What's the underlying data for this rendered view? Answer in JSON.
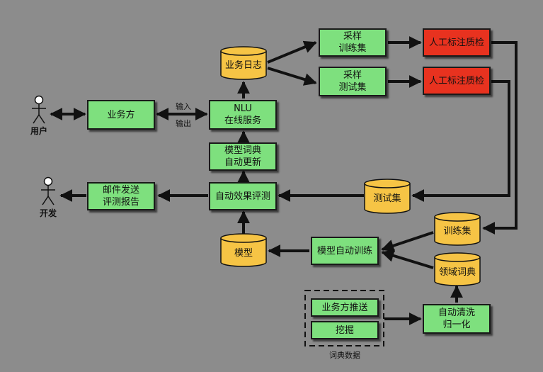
{
  "actors": {
    "user": "用户",
    "dev": "开发"
  },
  "nodes": {
    "business": "业务方",
    "nlu": "NLU\n在线服务",
    "dict_update": "模型词典\n自动更新",
    "auto_eval": "自动效果评测",
    "email_report": "邮件发送\n评测报告",
    "sample_train": "采样\n训练集",
    "sample_test": "采样\n测试集",
    "qa_train": "人工标注质检",
    "qa_test": "人工标注质检",
    "model_train": "模型自动训练",
    "biz_push": "业务方推送",
    "mining": "挖掘",
    "clean": "自动清洗\n归一化"
  },
  "stores": {
    "biz_log": "业务日志",
    "test_set": "测试集",
    "train_set": "训练集",
    "domain_dict": "领域词典",
    "model": "模型"
  },
  "edge_labels": {
    "input": "输入",
    "output": "输出"
  },
  "group_label": "词典数据",
  "colors": {
    "background": "#8c8c8c",
    "process": "#7ee07e",
    "manual": "#e8321f",
    "store": "#f6c445"
  }
}
